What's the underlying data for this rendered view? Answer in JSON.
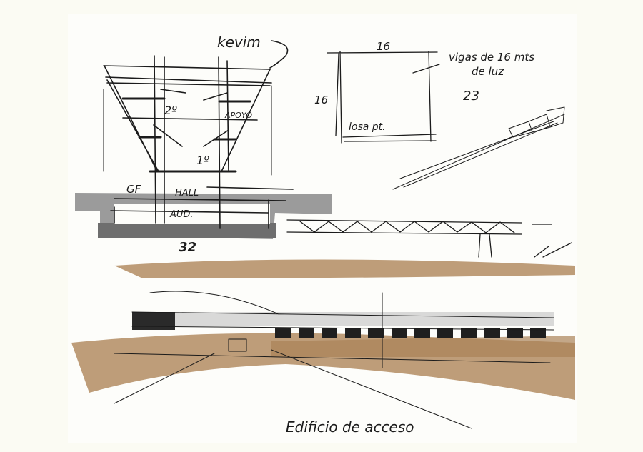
{
  "colors": {
    "paper": "#fbfbf3",
    "ink": "#1b1b1b",
    "grey_marker": "#7a7a7a",
    "brown_marker": "#b38c62"
  },
  "section": {
    "top_label": "kevim",
    "floor_2": "2º",
    "apoyo": "APOYO",
    "floor_1": "1º",
    "ground_floor": "GF",
    "hall": "HALL",
    "auditorium": "AUD.",
    "width_dim": "32"
  },
  "plan": {
    "top_dim": "16",
    "side_dim": "16",
    "slab_label": "losa pt.",
    "beams_note_line1": "vigas de 16 mts",
    "beams_note_line2": "de luz",
    "count": "23"
  },
  "caption": "Edificio de acceso"
}
